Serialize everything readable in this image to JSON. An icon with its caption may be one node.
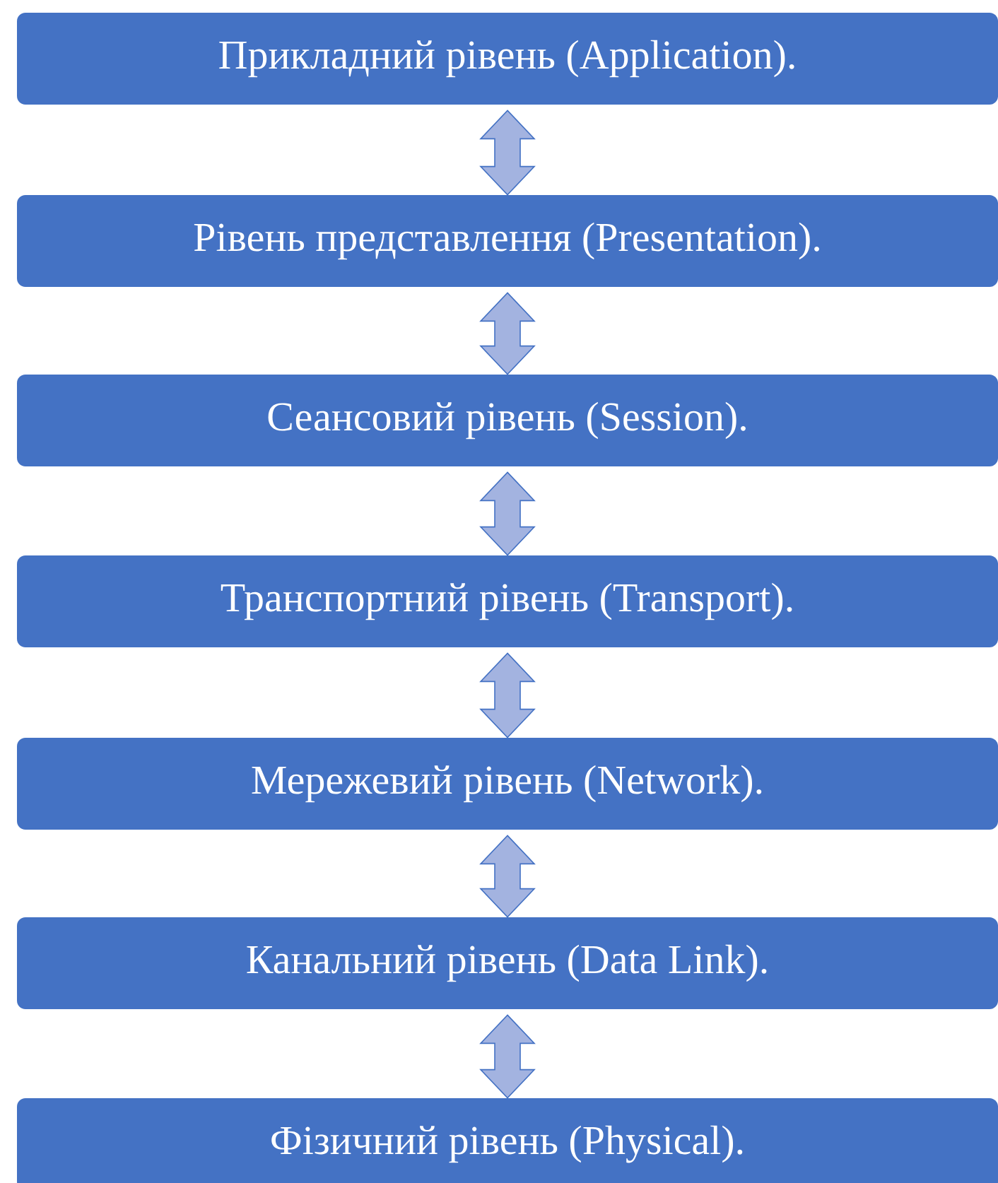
{
  "diagram": {
    "nodes": [
      {
        "text": [
          "Прикладний рівень (Application)."
        ]
      },
      {
        "text": [
          "Рівень представлення (Presentation)."
        ]
      },
      {
        "text": [
          "Сеансовий рівень (Session)."
        ]
      },
      {
        "text": [
          "Транспортний рівень (Transport)."
        ]
      },
      {
        "text": [
          "Мережевий рівень (Network)."
        ]
      },
      {
        "text": [
          "Канальний рівень (Data Link)."
        ]
      },
      {
        "text": [
          "Фізичний рівень (Physical)."
        ]
      }
    ],
    "edges": [
      {
        "from": 0,
        "to": 1,
        "arrow": "both"
      },
      {
        "from": 1,
        "to": 2,
        "arrow": "both"
      },
      {
        "from": 2,
        "to": 3,
        "arrow": "both"
      },
      {
        "from": 3,
        "to": 4,
        "arrow": "both"
      },
      {
        "from": 4,
        "to": 5,
        "arrow": "both"
      },
      {
        "from": 5,
        "to": 6,
        "arrow": "both"
      }
    ]
  }
}
